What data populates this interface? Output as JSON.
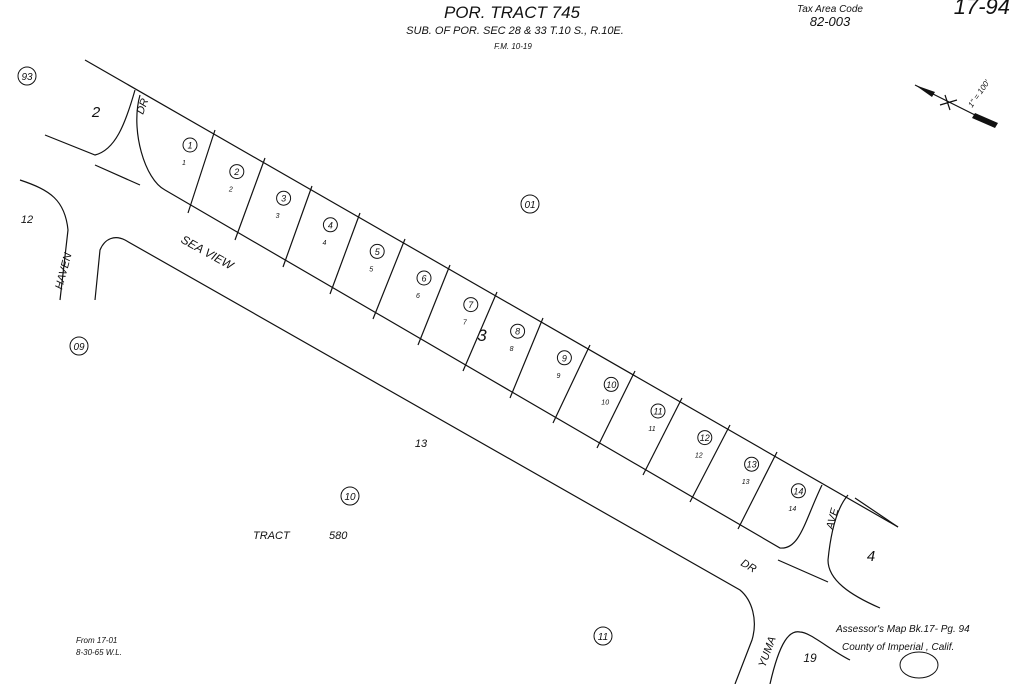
{
  "header": {
    "title": "POR. TRACT 745",
    "subtitle": "SUB. OF POR. SEC 28 & 33 T.10 S., R.10E.",
    "field_map": "F.M. 10-19",
    "tax_area_label": "Tax Area Code",
    "tax_area_code": "82-003",
    "page_number": "17-94"
  },
  "north_arrow": {
    "icon": "north-arrow-icon",
    "scale": "1\" = 100'"
  },
  "streets": {
    "sea_view": "SEA  VIEW",
    "dr_left": "DR",
    "dr_right": "DR",
    "haven": "HAVEN",
    "ave": "AVE",
    "yuma": "YUMA"
  },
  "blocks": {
    "block_3": "3",
    "block_2": "2",
    "block_4": "4",
    "lot_12": "12",
    "lot_13": "13",
    "lot_19": "19",
    "tract": "TRACT",
    "tract_no": "580"
  },
  "parcels_circled": [
    "93",
    "01",
    "09",
    "10",
    "11"
  ],
  "lots": [
    "1",
    "2",
    "3",
    "4",
    "5",
    "6",
    "7",
    "8",
    "9",
    "10",
    "11",
    "12",
    "13",
    "14"
  ],
  "footer": {
    "from": "From  17-01",
    "date": "8-30-65   W.L.",
    "map_ref": "Assessor's  Map  Bk.17- Pg. 94",
    "county": "County of  Imperial , Calif."
  }
}
